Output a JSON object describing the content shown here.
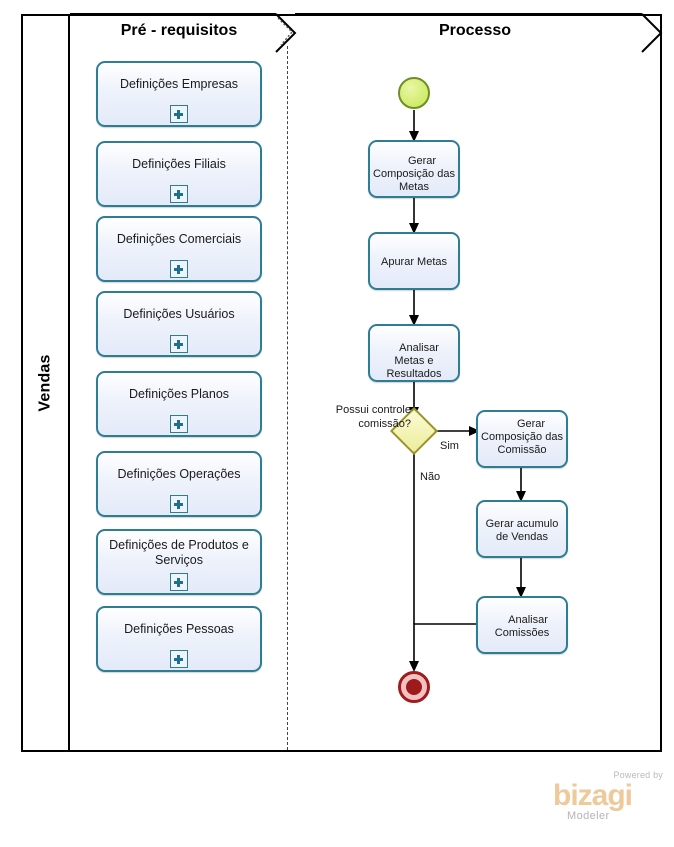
{
  "pool": {
    "label": "Vendas"
  },
  "lanes": [
    {
      "id": "prereq",
      "title": "Pré - requisitos"
    },
    {
      "id": "processo",
      "title": "Processo"
    }
  ],
  "prerequisites": {
    "items": [
      {
        "label": "Definições Empresas",
        "marker": "plus-icon"
      },
      {
        "label": "Definições Filiais",
        "marker": "plus-icon"
      },
      {
        "label": "Definições Comerciais",
        "marker": "plus-icon"
      },
      {
        "label": "Definições Usuários",
        "marker": "plus-icon"
      },
      {
        "label": "Definições Planos",
        "marker": "plus-icon"
      },
      {
        "label": "Definições Operações",
        "marker": "plus-icon"
      },
      {
        "label": "Definições de Produtos e Serviços",
        "marker": "plus-icon"
      },
      {
        "label": "Definições Pessoas",
        "marker": "plus-icon"
      }
    ]
  },
  "process": {
    "start_event": {
      "name": "start-event"
    },
    "end_event": {
      "name": "end-event"
    },
    "tasks": [
      {
        "id": "t1",
        "label": "Gerar Composição das Metas",
        "icon": "user-task-icon"
      },
      {
        "id": "t2",
        "label": "Apurar Metas",
        "icon": "service-task-icon"
      },
      {
        "id": "t3",
        "label": "Analisar Metas e Resultados",
        "icon": "user-task-icon"
      },
      {
        "id": "t4",
        "label": "Gerar Composição das Comissão",
        "icon": "user-task-icon"
      },
      {
        "id": "t5",
        "label": "Gerar acumulo de Vendas",
        "icon": "service-task-icon"
      },
      {
        "id": "t6",
        "label": "Analisar Comissões",
        "icon": "user-task-icon"
      }
    ],
    "gateway": {
      "question": "Possui controle comissão?",
      "flow_yes": "Sim",
      "flow_no": "Não"
    }
  },
  "branding": {
    "powered_by": "Powered by",
    "name": "bizagi",
    "product": "Modeler"
  },
  "colors": {
    "task_border": "#2e7d95",
    "task_fill": "#e3eaf8",
    "start_fill": "#d3ec6f",
    "start_border": "#6d8f23",
    "end_border": "#a01b1b",
    "gateway_fill": "#f3f3b4",
    "gateway_border": "#9a9428",
    "brand_orange": "#eec99a",
    "pool_border": "#000000"
  }
}
